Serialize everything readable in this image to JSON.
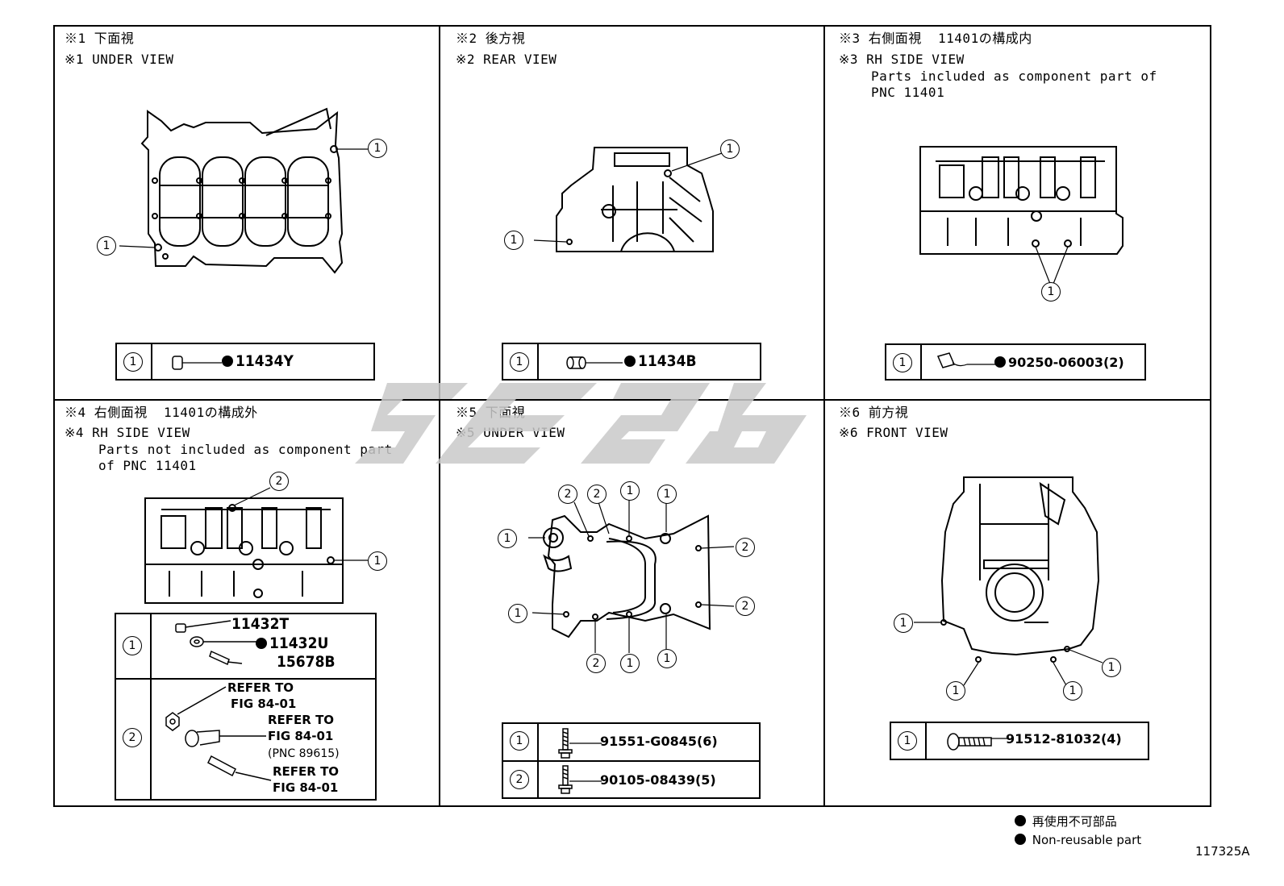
{
  "panels": {
    "p1": {
      "cap_jp": "※1 下面視",
      "cap_en": "※1 UNDER VIEW",
      "rows": [
        {
          "num": "1",
          "part": "11434Y",
          "non_reusable": true
        }
      ]
    },
    "p2": {
      "cap_jp": "※2 後方視",
      "cap_en": "※2 REAR VIEW",
      "rows": [
        {
          "num": "1",
          "part": "11434B",
          "non_reusable": true
        }
      ]
    },
    "p3": {
      "cap_jp": "※3 右側面視  11401の構成内",
      "cap_en": "※3 RH SIDE VIEW",
      "cap_note_1": "Parts included as component part of",
      "cap_note_2": "PNC 11401",
      "rows": [
        {
          "num": "1",
          "part": "90250-06003(2)",
          "non_reusable": true
        }
      ]
    },
    "p4": {
      "cap_jp": "※4 右側面視  11401の構成外",
      "cap_en": "※4 RH SIDE VIEW",
      "cap_note_1": "Parts not included as component part",
      "cap_note_2": "of PNC 11401",
      "rows": [
        {
          "num": "1",
          "parts": [
            "11432T",
            "11432U",
            "15678B"
          ]
        },
        {
          "num": "2",
          "refs": [
            "REFER TO",
            "FIG 84-01",
            "REFER TO",
            "FIG 84-01",
            "(PNC 89615)",
            "REFER TO",
            "FIG 84-01"
          ]
        }
      ]
    },
    "p5": {
      "cap_jp": "※5 下面視",
      "cap_en": "※5 UNDER VIEW",
      "rows": [
        {
          "num": "1",
          "part": "91551-G0845(6)"
        },
        {
          "num": "2",
          "part": "90105-08439(5)"
        }
      ]
    },
    "p6": {
      "cap_jp": "※6 前方視",
      "cap_en": "※6 FRONT VIEW",
      "rows": [
        {
          "num": "1",
          "part": "91512-81032(4)"
        }
      ]
    }
  },
  "callout_labels": {
    "one": "1",
    "two": "2"
  },
  "legend": {
    "jp": "再使用不可部品",
    "en": "Non-reusable part"
  },
  "image_id": "117325A"
}
